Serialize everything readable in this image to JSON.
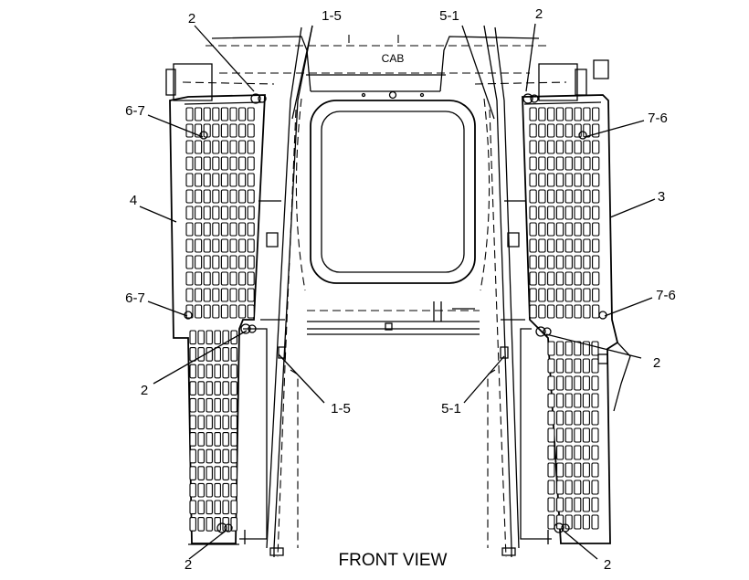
{
  "diagram": {
    "cab_label": "CAB",
    "view_label": "FRONT VIEW",
    "callouts": [
      {
        "id": "c1",
        "text": "2"
      },
      {
        "id": "c2",
        "text": "1-5"
      },
      {
        "id": "c3",
        "text": "5-1"
      },
      {
        "id": "c4",
        "text": "2"
      },
      {
        "id": "c5",
        "text": "6-7"
      },
      {
        "id": "c6",
        "text": "7-6"
      },
      {
        "id": "c7",
        "text": "4"
      },
      {
        "id": "c8",
        "text": "3"
      },
      {
        "id": "c9",
        "text": "6-7"
      },
      {
        "id": "c10",
        "text": "7-6"
      },
      {
        "id": "c11",
        "text": "2"
      },
      {
        "id": "c12",
        "text": "2"
      },
      {
        "id": "c13",
        "text": "1-5"
      },
      {
        "id": "c14",
        "text": "5-1"
      },
      {
        "id": "c15",
        "text": "2"
      },
      {
        "id": "c16",
        "text": "2"
      }
    ]
  }
}
